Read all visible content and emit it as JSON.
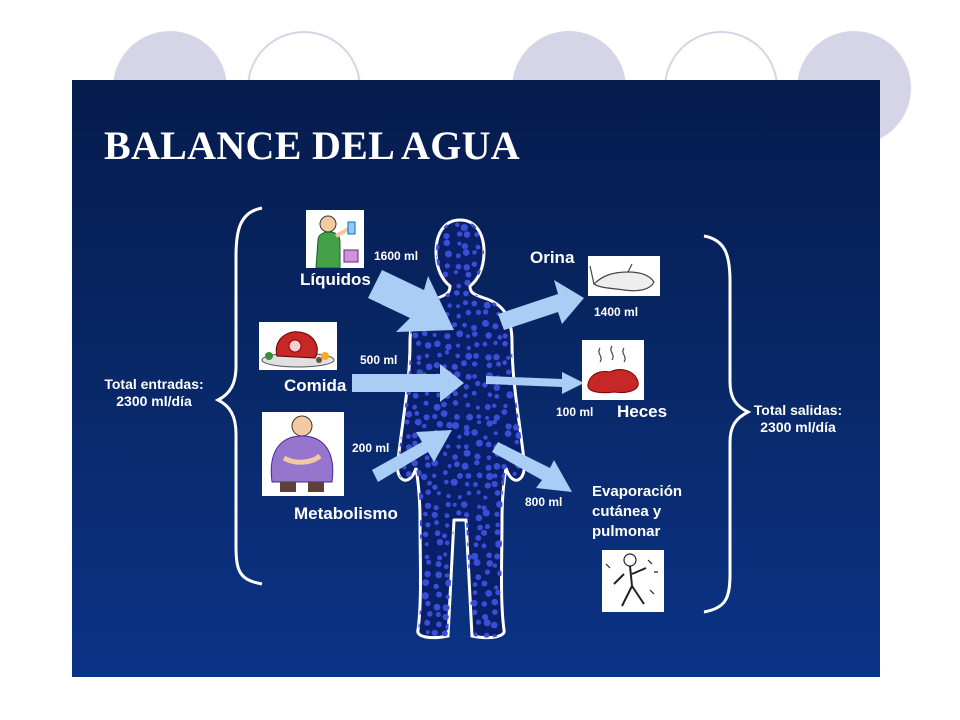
{
  "title": "BALANCE DEL AGUA",
  "inputs": {
    "total_label": "Total entradas:",
    "total_value": "2300 ml/día",
    "items": [
      {
        "label": "Líquidos",
        "amount": "1600 ml",
        "icon": "drinking-person-icon"
      },
      {
        "label": "Comida",
        "amount": "500 ml",
        "icon": "food-platter-icon"
      },
      {
        "label": "Metabolismo",
        "amount": "200 ml",
        "icon": "person-icon"
      }
    ]
  },
  "outputs": {
    "total_label": "Total salidas:",
    "total_value": "2300 ml/día",
    "items": [
      {
        "label": "Orina",
        "amount": "1400 ml",
        "icon": "urine-bag-icon"
      },
      {
        "label": "Heces",
        "amount": "100 ml",
        "icon": "feces-icon"
      },
      {
        "label": "Evaporación cutánea y pulmonar",
        "amount": "800 ml",
        "icon": "sweating-person-icon"
      }
    ]
  },
  "colors": {
    "slide_top": "#061b4d",
    "slide_bottom": "#0b3386",
    "arrow": "#a9cdf4",
    "body_fill": "#0a1f6a",
    "body_dots": "#3b4fd6",
    "deco_circle": "#d5d5e7"
  }
}
